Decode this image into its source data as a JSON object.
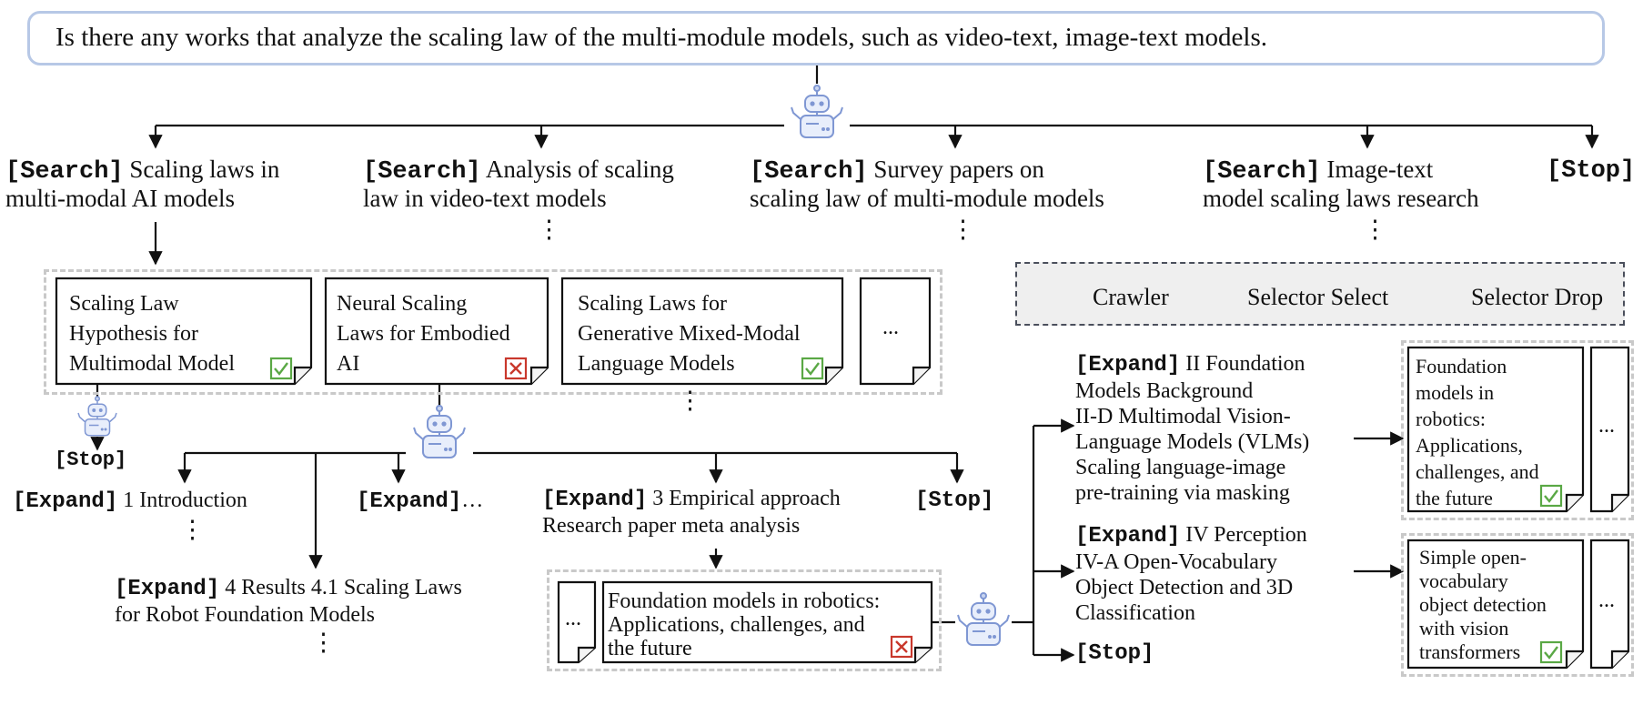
{
  "query": {
    "text": "Is there any works that analyze the scaling law of the multi-module models, such as video-text, image-text models."
  },
  "top_actions": [
    {
      "keyword": "[Search]",
      "line1": "Scaling laws in",
      "line2": "multi-modal AI models"
    },
    {
      "keyword": "[Search]",
      "line1": "Analysis of scaling",
      "line2": "law in video-text models"
    },
    {
      "keyword": "[Search]",
      "line1": "Survey papers on",
      "line2": "scaling law of multi-module models"
    },
    {
      "keyword": "[Search]",
      "line1": "Image-text",
      "line2": "model scaling laws research"
    },
    {
      "keyword": "[Stop]"
    }
  ],
  "ellipsis": "⋮",
  "more": "...",
  "level2_papers": [
    {
      "line1": "Scaling Law",
      "line2": "Hypothesis for",
      "line3": "Multimodal Model",
      "status": "select"
    },
    {
      "line1": "Neural Scaling",
      "line2": "Laws for Embodied",
      "line3": "AI",
      "status": "drop"
    },
    {
      "line1": "Scaling Laws for",
      "line2": "Generative Mixed-Modal",
      "line3": "Language Models",
      "status": "select"
    }
  ],
  "stop_label": "[Stop]",
  "expand_label": "[Expand]",
  "level3_actions": [
    {
      "text": "1 Introduction"
    },
    {
      "text": "…"
    },
    {
      "line1": "3 Empirical approach",
      "line2": "Research paper meta analysis"
    },
    {
      "line1": "4 Results 4.1 Scaling Laws",
      "line2": "for Robot Foundation Models"
    }
  ],
  "robotics_paper": {
    "line1": "Foundation models in robotics:",
    "line2": "Applications, challenges, and",
    "line3": "the future",
    "status": "drop"
  },
  "legend": {
    "crawler": "Crawler",
    "select": "Selector Select",
    "drop": "Selector Drop"
  },
  "right_actions": [
    {
      "line1": "II Foundation",
      "line2": "Models Background",
      "line3": "II-D Multimodal Vision-",
      "line4": "Language Models (VLMs)",
      "line5": "Scaling language-image",
      "line6": "pre-training via masking"
    },
    {
      "line1": "IV Perception",
      "line2": "IV-A Open-Vocabulary",
      "line3": "Object Detection and 3D",
      "line4": "Classification"
    }
  ],
  "right_papers": [
    {
      "line1": "Foundation",
      "line2": "models in",
      "line3": "robotics:",
      "line4": "Applications,",
      "line5": "challenges, and",
      "line6": "the future",
      "status": "select"
    },
    {
      "line1": "Simple open-",
      "line2": "vocabulary",
      "line3": "object detection",
      "line4": "with vision",
      "line5": "transformers",
      "status": "select"
    }
  ],
  "colors": {
    "select": "#5aa845",
    "drop": "#c9382c",
    "robot": "#7f97d3",
    "searchbar": "#b7c8e6"
  }
}
